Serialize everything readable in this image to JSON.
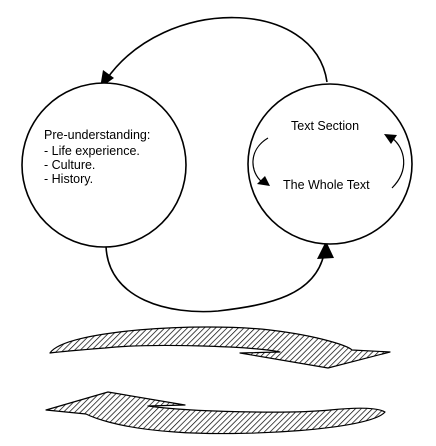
{
  "left_circle": {
    "title": "Pre-understanding:",
    "items": [
      "- Life experience.",
      "- Culture.",
      "- History."
    ]
  },
  "right_circle": {
    "top_label": "Text Section",
    "bottom_label": "The Whole Text"
  },
  "colors": {
    "stroke": "#000000",
    "background": "#ffffff"
  }
}
